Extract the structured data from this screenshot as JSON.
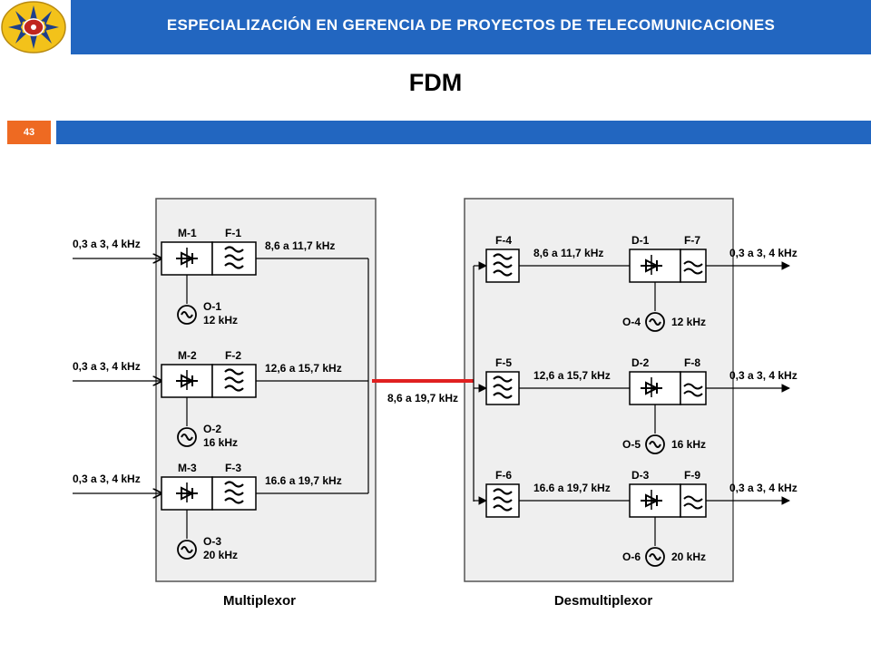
{
  "header": {
    "title": "ESPECIALIZACIÓN EN GERENCIA DE PROYECTOS DE TELECOMUNICACIONES"
  },
  "page_title": "FDM",
  "slide_number": "43",
  "diagram": {
    "mux_label": "Multiplexor",
    "demux_label": "Desmultiplexor",
    "trunk_label": "8,6 a 19,7 kHz",
    "input_label": "0,3 a 3, 4 kHz",
    "output_label": "0,3 a 3, 4 kHz",
    "channels": [
      {
        "mod": "M-1",
        "filt": "F-1",
        "osc": "O-1",
        "osc_freq": "12 kHz",
        "band": "8,6 a 11,7 kHz",
        "dfilt": "F-4",
        "dband": "8,6 a 11,7 kHz",
        "demod": "D-1",
        "dfilt2": "F-7",
        "dosc": "O-4",
        "dosc_freq": "12 kHz"
      },
      {
        "mod": "M-2",
        "filt": "F-2",
        "osc": "O-2",
        "osc_freq": "16 kHz",
        "band": "12,6 a 15,7 kHz",
        "dfilt": "F-5",
        "dband": "12,6 a 15,7 kHz",
        "demod": "D-2",
        "dfilt2": "F-8",
        "dosc": "O-5",
        "dosc_freq": "16 kHz"
      },
      {
        "mod": "M-3",
        "filt": "F-3",
        "osc": "O-3",
        "osc_freq": "20 kHz",
        "band": "16.6 a 19,7 kHz",
        "dfilt": "F-6",
        "dband": "16.6 a 19,7 kHz",
        "demod": "D-3",
        "dfilt2": "F-9",
        "dosc": "O-6",
        "dosc_freq": "20 kHz"
      }
    ]
  }
}
